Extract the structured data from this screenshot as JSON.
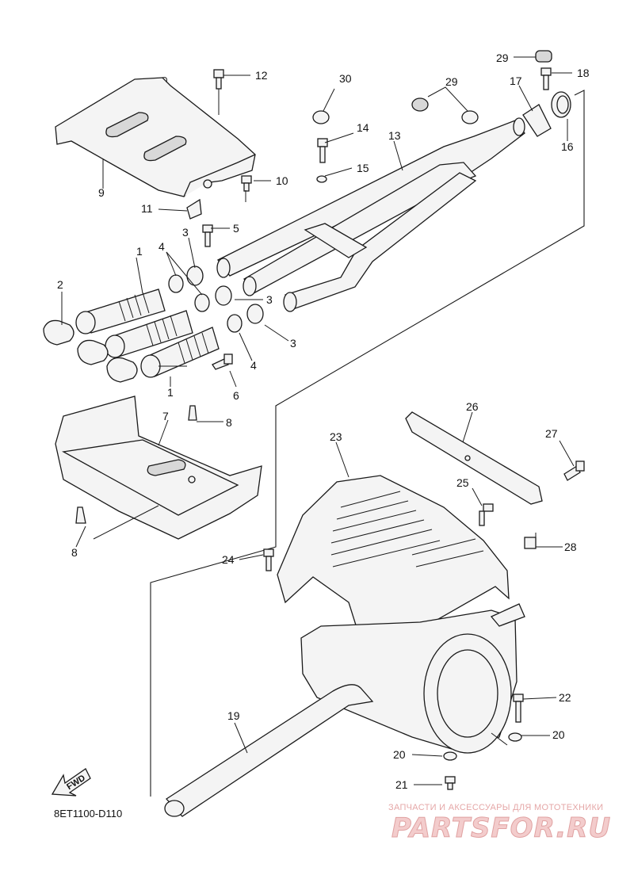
{
  "diagram": {
    "diagram_code": "8ET1100-D110",
    "fwd_label": "FWD",
    "watermark": {
      "tagline": "ЗАПЧАСТИ И АКСЕССУАРЫ ДЛЯ МОТОТЕХНИКИ",
      "logo": "PARTSFOR.RU"
    },
    "callouts": {
      "c1a": "1",
      "c1b": "1",
      "c2": "2",
      "c3a": "3",
      "c3b": "3",
      "c3c": "3",
      "c4a": "4",
      "c4b": "4",
      "c5": "5",
      "c6": "6",
      "c7": "7",
      "c8a": "8",
      "c8b": "8",
      "c9": "9",
      "c10": "10",
      "c11": "11",
      "c12": "12",
      "c13": "13",
      "c14": "14",
      "c15": "15",
      "c16": "16",
      "c17": "17",
      "c18": "18",
      "c19": "19",
      "c20a": "20",
      "c20b": "20",
      "c21": "21",
      "c22": "22",
      "c23": "23",
      "c24": "24",
      "c25": "25",
      "c26": "26",
      "c27": "27",
      "c28": "28",
      "c29a": "29",
      "c29b": "29",
      "c30": "30"
    }
  }
}
